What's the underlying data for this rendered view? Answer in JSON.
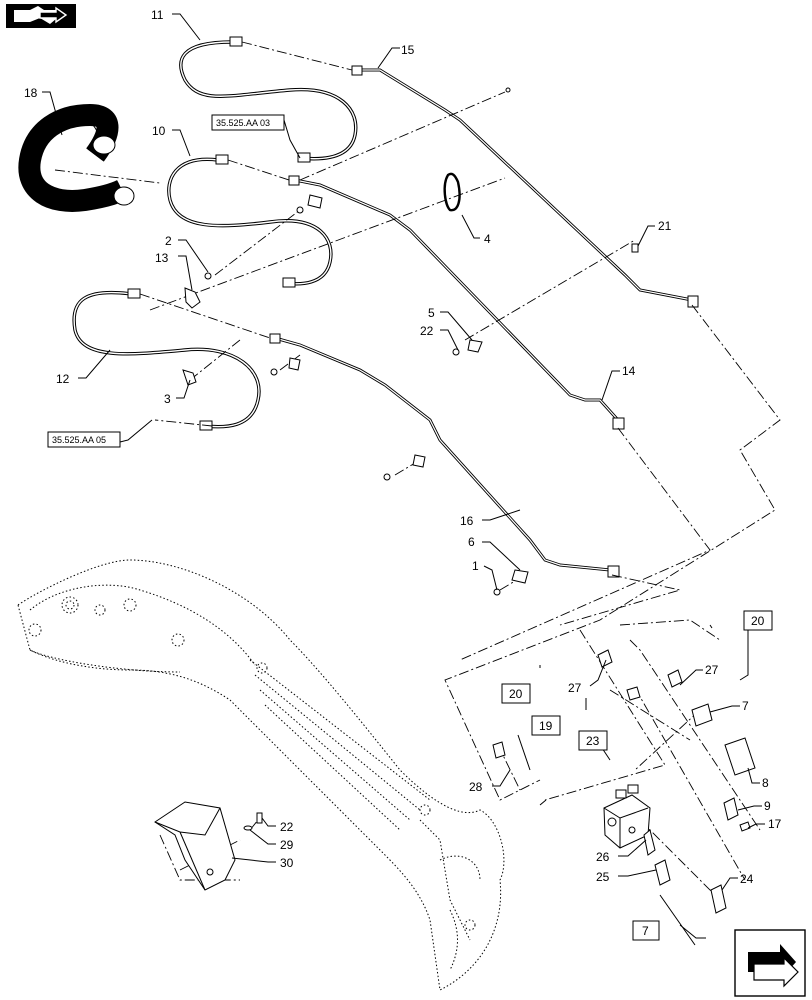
{
  "callouts": [
    {
      "id": "c11",
      "text": "11"
    },
    {
      "id": "c15",
      "text": "15"
    },
    {
      "id": "c18",
      "text": "18"
    },
    {
      "id": "c10",
      "text": "10"
    },
    {
      "id": "c2",
      "text": "2"
    },
    {
      "id": "c13",
      "text": "13"
    },
    {
      "id": "c4",
      "text": "4"
    },
    {
      "id": "c21",
      "text": "21"
    },
    {
      "id": "c5",
      "text": "5"
    },
    {
      "id": "c22a",
      "text": "22"
    },
    {
      "id": "c12",
      "text": "12"
    },
    {
      "id": "c3",
      "text": "3"
    },
    {
      "id": "c14",
      "text": "14"
    },
    {
      "id": "c16",
      "text": "16"
    },
    {
      "id": "c6",
      "text": "6"
    },
    {
      "id": "c1",
      "text": "1"
    },
    {
      "id": "c27a",
      "text": "27"
    },
    {
      "id": "c27b",
      "text": "27"
    },
    {
      "id": "c7a",
      "text": "7"
    },
    {
      "id": "c8",
      "text": "8"
    },
    {
      "id": "c9",
      "text": "9"
    },
    {
      "id": "c17",
      "text": "17"
    },
    {
      "id": "c24",
      "text": "24"
    },
    {
      "id": "c26",
      "text": "26"
    },
    {
      "id": "c25",
      "text": "25"
    },
    {
      "id": "c28",
      "text": "28"
    },
    {
      "id": "c22b",
      "text": "22"
    },
    {
      "id": "c29",
      "text": "29"
    },
    {
      "id": "c30",
      "text": "30"
    }
  ],
  "boxed": [
    {
      "id": "b20a",
      "text": "20"
    },
    {
      "id": "b20b",
      "text": "20"
    },
    {
      "id": "b19",
      "text": "19"
    },
    {
      "id": "b23",
      "text": "23"
    },
    {
      "id": "b7",
      "text": "7"
    }
  ],
  "refs": [
    {
      "id": "r1",
      "text": "35.525.AA 03"
    },
    {
      "id": "r2",
      "text": "35.525.AA 05"
    }
  ],
  "icons": {
    "top_left": "book-arrow-icon",
    "bottom_right": "next-page-arrow-icon"
  }
}
